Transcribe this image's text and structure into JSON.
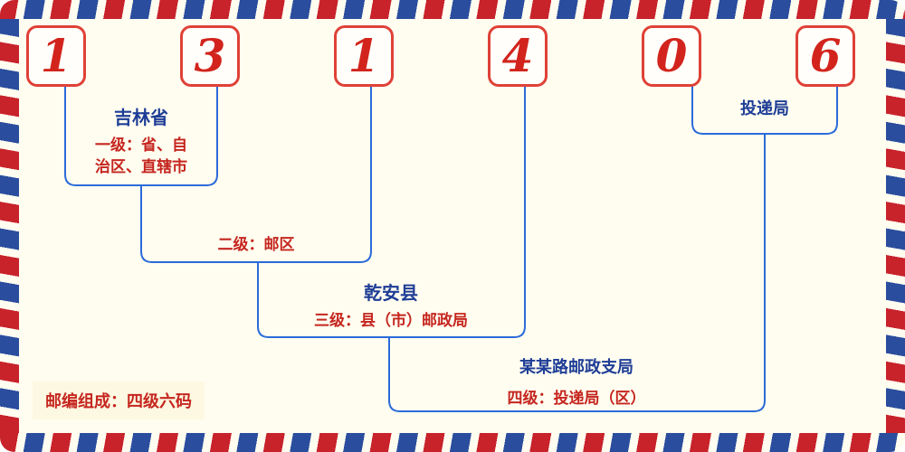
{
  "postal_code": {
    "digits": [
      "1",
      "3",
      "1",
      "4",
      "0",
      "6"
    ]
  },
  "annotations": {
    "level1": {
      "region": "吉林省",
      "desc_lines": [
        "一级：省、自",
        "治区、直辖市"
      ]
    },
    "level2": {
      "desc": "二级：邮区"
    },
    "level3": {
      "region": "乾安县",
      "desc": "三级：县（市）邮政局"
    },
    "level4": {
      "office": "投递局",
      "branch": "某某路邮政支局",
      "desc": "四级：投递局（区）"
    }
  },
  "footer": {
    "text": "邮编组成：四级六码"
  },
  "colors": {
    "digit_red": "#d2241c",
    "box_border_red": "#df4137",
    "label_blue": "#1e3d96",
    "desc_red": "#c5261f",
    "line_blue": "#2b6bd9",
    "stripe_red": "#c8222b",
    "stripe_blue": "#2a4d9e",
    "background": "#fffdf0"
  }
}
